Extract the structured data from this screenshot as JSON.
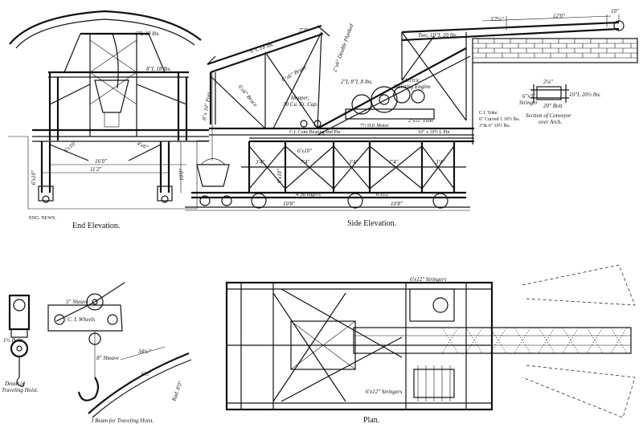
{
  "captions": {
    "end_elevation": "End   Elevation.",
    "side_elevation": "Side   Elevation.",
    "plan": "Plan.",
    "detail_hoist": "Detail of",
    "detail_hoist_2": "Traveling Hoist.",
    "ibeam": "I Beam for Traveling Hoist.",
    "section_conveyor": "Section of Conveyor",
    "section_conveyor_2": "over Arch.",
    "credit": "ENG. NEWS."
  },
  "end_labels": {
    "top_beam": "6\"I, 18 lbs.",
    "cross_beam": "8\"I, 18 lbs.",
    "width_16": "16'0\"",
    "width_11": "11'2\"",
    "height_10": "10'0\"",
    "left_side": "6'x10\"",
    "right_side": "4'x6\"",
    "post": "6'x10\""
  },
  "side_labels": {
    "two_beams": "Two, 10\"I, 20 lbs.",
    "dim_3_7": "3'7½\"",
    "dim_12": "12'0\"",
    "dim_10": "10\"",
    "boom_6i": "6\"I, 18 lbs.",
    "dim_7_3": "7'3\"",
    "boom_brace": "6'x6\" Brace",
    "boom_post": "8\"x 10\" Post",
    "brace_2": "6\"x6\" Brace",
    "dbl_plank": "2\"x6\" Double Planked",
    "beam_8": "2\"I, 8\"I, 8 lbs.",
    "hopper": "Hopper,",
    "hopper_2": "30 Cu. Ft. Cap.",
    "engine": "Electric",
    "engine_2": "Hoisting Engine",
    "motor": "7½ H.P. Motor",
    "cone_bearing": "C.I. Cone Bearing and Pin",
    "filler": "2\"x12\" Filler",
    "pin": "10\" x 10½ L Pin",
    "yoke": "C.I. Yoke",
    "curved": "6\" Curved 1.10½ lbs.",
    "curved_2": "3\"& 6\" 10½ lbs.",
    "post_6x10": "6'x10\"",
    "dim_3_4": "3'4\"",
    "dim_7_4": "7'4\"",
    "dim_6x10": "6'x10\"",
    "stringers": "4 Stringers",
    "stringer_dim": "6'x12\"",
    "dim_10_8": "10'8\"",
    "dim_10_8b": "10'8\"",
    "section_left": "6\"x3\"",
    "section_left_2": "Stringer",
    "section_bolt": "20\" Bolt",
    "section_right": "10\"I, 20½ lbs."
  },
  "detail_labels": {
    "sheave_5": "5\" Sheave",
    "wheels": "C. I. Wheels",
    "sheave_8": "8\" Sheave",
    "bolts": "1½ Bolts",
    "dim_34": "34½”",
    "dim_6": "6½\"",
    "rad": "Rad. 8'0\""
  },
  "plan_labels": {
    "stringers_top": "6'x12\" Stringers",
    "stringers_bottom": "6'x12\" Stringers"
  }
}
